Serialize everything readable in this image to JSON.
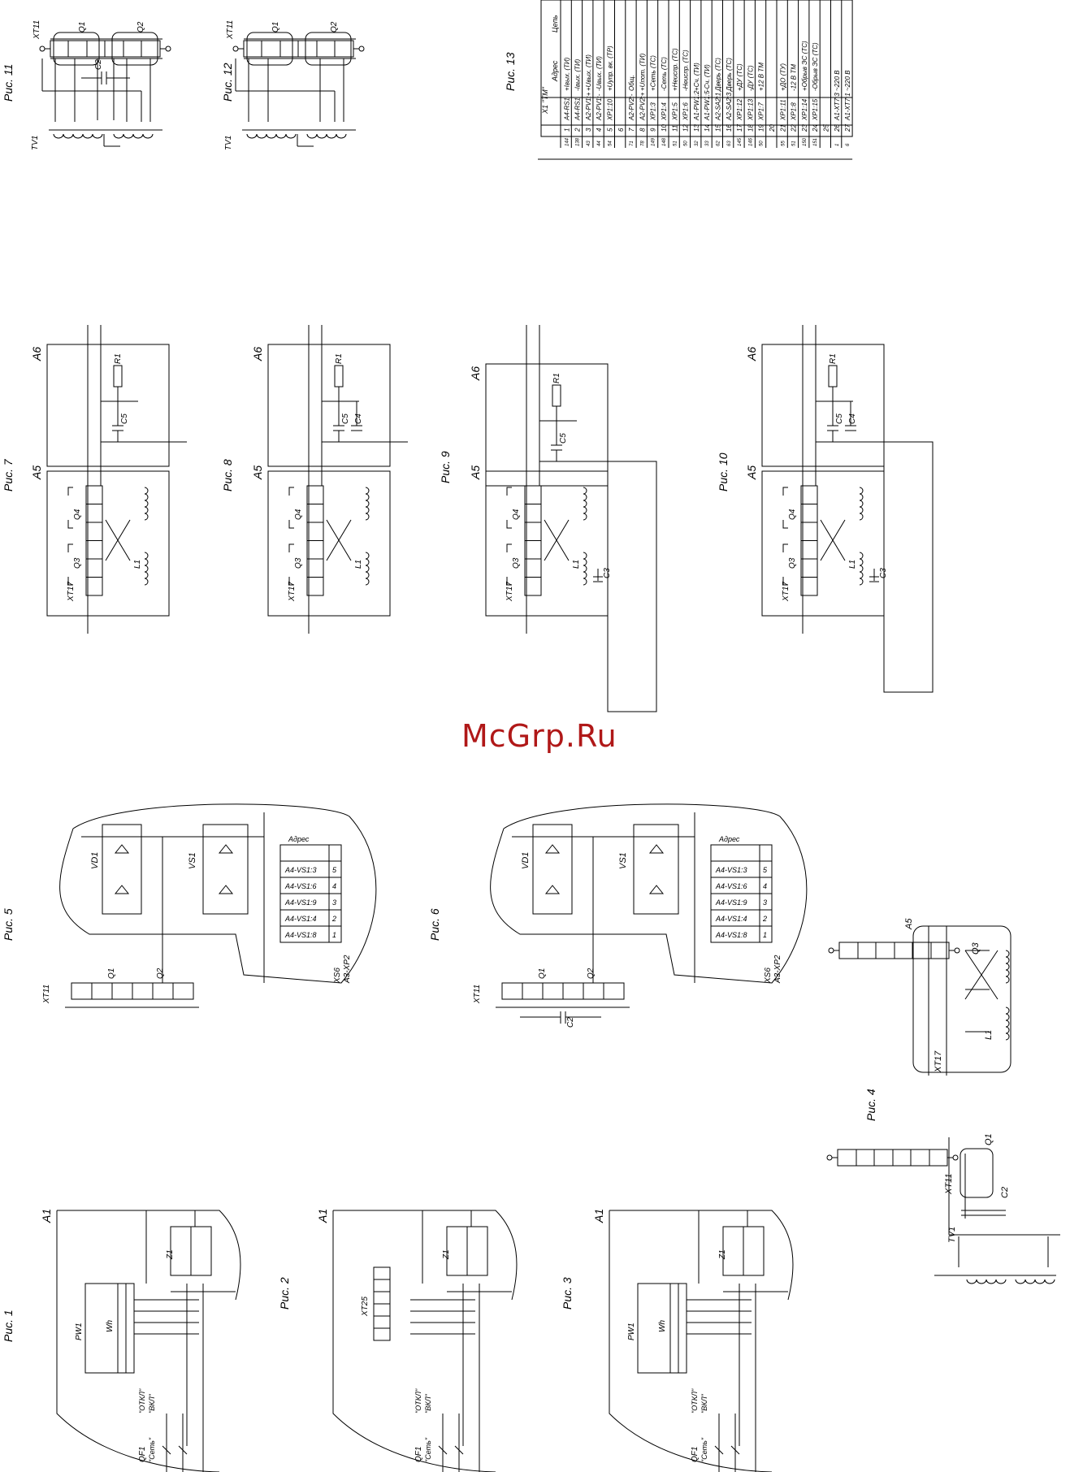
{
  "watermark": "McGrp.Ru",
  "figures": {
    "fig1": "Рис. 1",
    "fig2": "Рис. 2",
    "fig3": "Рис. 3",
    "fig4": "Рис. 4",
    "fig5": "Рис. 5",
    "fig6": "Рис. 6",
    "fig7": "Рис. 7",
    "fig8": "Рис. 8",
    "fig9": "Рис. 9",
    "fig10": "Рис. 10",
    "fig11": "Рис. 11",
    "fig12": "Рис. 12",
    "fig13": "Рис. 13"
  },
  "labels": {
    "a1": "A1",
    "a5": "A5",
    "a6": "A6",
    "xt11": "XT11",
    "xt17": "XT17",
    "xt25": "XT25",
    "tv1": "TV1",
    "pw1": "PW1",
    "wh": "Wh",
    "z1": "Z1",
    "qf1": "QF1",
    "set": "\"Сеть\"",
    "otkl": "\"ОТКЛ\"",
    "vkl": "\"ВКЛ\"",
    "q1": "Q1",
    "q2": "Q2",
    "q3": "Q3",
    "q4": "Q4",
    "c2": "C2",
    "c3": "C3",
    "c4": "C4",
    "c5": "C5",
    "r1": "R1",
    "l1": "L1",
    "vd1": "VD1",
    "vs1": "VS1",
    "xs6": "XS6",
    "a3xp2": "A3-XP2",
    "addr": "Адрес"
  },
  "xs6_table": [
    {
      "n": "1",
      "addr": "A4-VS1:8"
    },
    {
      "n": "2",
      "addr": "A4-VS1:4"
    },
    {
      "n": "3",
      "addr": "A4-VS1:9"
    },
    {
      "n": "4",
      "addr": "A4-VS1:6"
    },
    {
      "n": "5",
      "addr": "A4-VS1:3"
    }
  ],
  "tm_table": {
    "title": "X1 \"ТМ\"",
    "col_addr": "Адрес",
    "col_circuit": "Цепь",
    "rows": [
      {
        "w": "144",
        "n": "1",
        "addr": "A4-RS1",
        "circuit": "+Iвых. (ТИ)"
      },
      {
        "w": "138",
        "n": "2",
        "addr": "A4-RS1",
        "circuit": "-Iвых. (ТИ)"
      },
      {
        "w": "43",
        "n": "3",
        "addr": "A2-PV1:+",
        "circuit": "+Uвых. (ТИ)"
      },
      {
        "w": "44",
        "n": "4",
        "addr": "A2-PV1:-",
        "circuit": "-Uвых. (ТИ)"
      },
      {
        "w": "54",
        "n": "5",
        "addr": "XP1:10",
        "circuit": "+Uупр. вк. (ТР)"
      },
      {
        "w": "",
        "n": "6",
        "addr": "",
        "circuit": ""
      },
      {
        "w": "71",
        "n": "7",
        "addr": "A2-PV2:-",
        "circuit": "Общ."
      },
      {
        "w": "78",
        "n": "8",
        "addr": "A2-PV2:+",
        "circuit": "+Uпот. (ТИ)"
      },
      {
        "w": "149",
        "n": "9",
        "addr": "XP1:3",
        "circuit": "+Сеть (ТС)"
      },
      {
        "w": "148",
        "n": "10",
        "addr": "XP1:4",
        "circuit": "-Сеть (ТС)"
      },
      {
        "w": "51",
        "n": "11",
        "addr": "XP1:5",
        "circuit": "+Неиспр. (ТС)"
      },
      {
        "w": "50",
        "n": "12",
        "addr": "XP1:6",
        "circuit": "-Неиспр. (ТС)"
      },
      {
        "w": "32",
        "n": "13",
        "addr": "A1-PW1:2",
        "circuit": "+Сч. (ТИ)"
      },
      {
        "w": "33",
        "n": "14",
        "addr": "A1-PW1:5",
        "circuit": "-Сч. (ТИ)"
      },
      {
        "w": "62",
        "n": "15",
        "addr": "A2-SA2:1",
        "circuit": "Дверь (ТС)"
      },
      {
        "w": "63",
        "n": "16",
        "addr": "A2-SA2:3",
        "circuit": "Дверь (ТС)"
      },
      {
        "w": "145",
        "n": "17",
        "addr": "XP1:12",
        "circuit": "+ДУ (ТС)"
      },
      {
        "w": "146",
        "n": "18",
        "addr": "XP1:13",
        "circuit": "-ДУ (ТС)"
      },
      {
        "w": "50",
        "n": "19",
        "addr": "XP1:7",
        "circuit": "+12 В ТМ"
      },
      {
        "w": "",
        "n": "20",
        "addr": "",
        "circuit": ""
      },
      {
        "w": "55",
        "n": "21",
        "addr": "XP1:11",
        "circuit": "+ДО (ТУ)"
      },
      {
        "w": "51",
        "n": "22",
        "addr": "XP1:8",
        "circuit": "-12 В ТМ"
      },
      {
        "w": "150",
        "n": "23",
        "addr": "XP1:14",
        "circuit": "+Обрыв ЭС (ТС)"
      },
      {
        "w": "151",
        "n": "24",
        "addr": "XP1:15",
        "circuit": "-Обрыв ЭС (ТС)"
      },
      {
        "w": "",
        "n": "25",
        "addr": "",
        "circuit": ""
      },
      {
        "w": "1",
        "n": "26",
        "addr": "A1-XT7:3",
        "circuit": "~220 В"
      },
      {
        "w": "6",
        "n": "27",
        "addr": "A1-XT7:1",
        "circuit": "~220 В"
      }
    ]
  }
}
